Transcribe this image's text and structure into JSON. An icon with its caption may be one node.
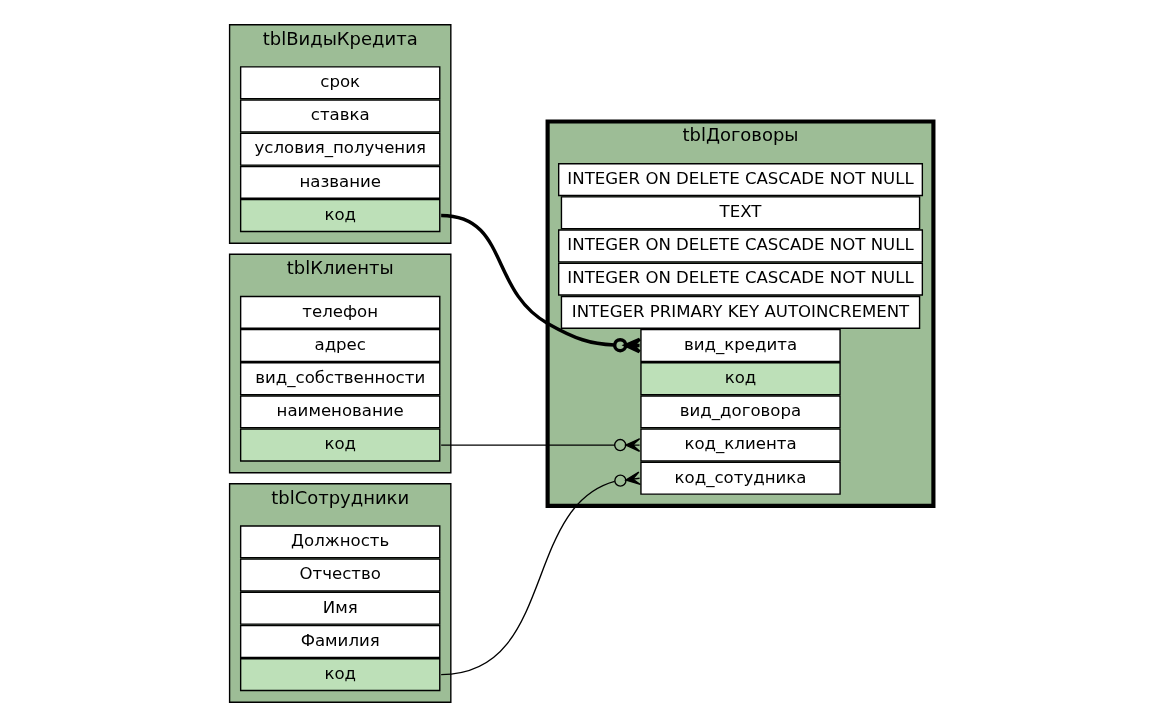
{
  "diagram": {
    "nodes": [
      {
        "text": [
          "tblВидыКредита"
        ]
      },
      {
        "text": [
          "код"
        ],
        "in": 0
      },
      {
        "text": [
          "название"
        ],
        "in": 0
      },
      {
        "text": [
          "условия_получения"
        ],
        "in": 0
      },
      {
        "text": [
          "ставка"
        ],
        "in": 0
      },
      {
        "text": [
          "срок"
        ],
        "in": 0
      },
      {
        "text": [
          "tblКлиенты"
        ]
      },
      {
        "text": [
          "код"
        ],
        "in": 6
      },
      {
        "text": [
          "наименование"
        ],
        "in": 6
      },
      {
        "text": [
          "вид_собственности"
        ],
        "in": 6
      },
      {
        "text": [
          "адрес"
        ],
        "in": 6
      },
      {
        "text": [
          "телефон"
        ],
        "in": 6
      },
      {
        "text": [
          "tblСотрудники"
        ]
      },
      {
        "text": [
          "код"
        ],
        "in": 12
      },
      {
        "text": [
          "Фамилия"
        ],
        "in": 12
      },
      {
        "text": [
          "Имя"
        ],
        "in": 12
      },
      {
        "text": [
          "Отчество"
        ],
        "in": 12
      },
      {
        "text": [
          "Должность"
        ],
        "in": 12
      },
      {
        "text": [
          "tblДоговоры"
        ]
      },
      {
        "text": [
          "код"
        ],
        "in": 18
      },
      {
        "text": [
          "INTEGER PRIMARY KEY AUTOINCREMENT"
        ],
        "in": 18
      },
      {
        "text": [
          "вид_кредита"
        ],
        "in": 18
      },
      {
        "text": [
          "INTEGER ON DELETE CASCADE NOT NULL"
        ],
        "in": 18
      },
      {
        "text": [
          "код_клиента"
        ],
        "in": 18
      },
      {
        "text": [
          "INTEGER ON DELETE CASCADE NOT NULL"
        ],
        "in": 18
      },
      {
        "text": [
          "вид_договора"
        ],
        "in": 18
      },
      {
        "text": [
          "TEXT"
        ],
        "in": 18
      },
      {
        "text": [
          "код_сотудника"
        ],
        "in": 18
      },
      {
        "text": [
          "INTEGER ON DELETE CASCADE NOT NULL"
        ],
        "in": 18
      }
    ],
    "edges": [
      {
        "from": 1,
        "to": 21,
        "arrow": "other",
        "style": "thick"
      },
      {
        "from": 7,
        "to": 23,
        "arrow": "other"
      },
      {
        "from": 13,
        "to": 27,
        "arrow": "other"
      }
    ]
  }
}
